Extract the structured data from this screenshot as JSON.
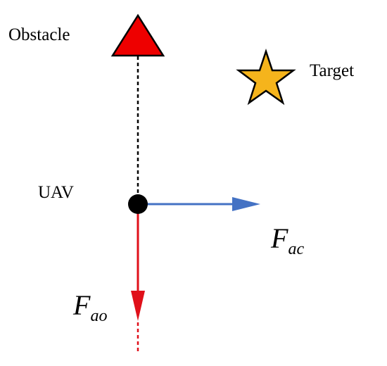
{
  "labels": {
    "obstacle": "Obstacle",
    "target": "Target",
    "uav": "UAV",
    "f_ac_main": "F",
    "f_ac_sub": "ac",
    "f_ao_main": "F",
    "f_ao_sub": "ao"
  },
  "colors": {
    "obstacle_fill": "#ee0000",
    "target_fill": "#f5b41c",
    "outline": "#000000",
    "uav_dot": "#000000",
    "force_ac": "#4472c4",
    "force_ao": "#e0101a",
    "background": "#ffffff"
  }
}
